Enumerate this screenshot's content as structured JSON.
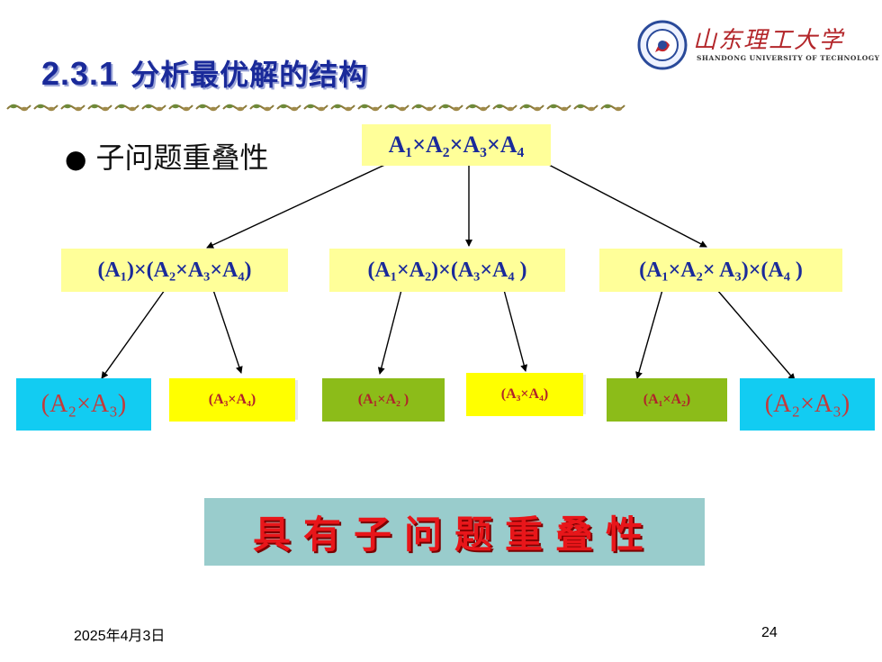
{
  "header": {
    "section_number": "2.3.1",
    "title": "分析最优解的结构"
  },
  "logo": {
    "name_cn": "山东理工大学",
    "name_en": "SHANDONG UNIVERSITY OF TECHNOLOGY"
  },
  "bullet": {
    "label": "子问题重叠性"
  },
  "tree": {
    "root": "A₁×A₂×A₃×A₄",
    "level1": [
      "(A₁)×(A₂×A₃×A₄)",
      "(A₁×A₂)×(A₃×A₄ )",
      "(A₁×A₂× A₃)×(A₄ )"
    ],
    "level2": [
      "(A₂×A₃)",
      "(A₃×A₄)",
      "(A₁×A₂ )",
      "(A₃×A₄)",
      "(A₁×A₂)",
      "(A₂×A₃)"
    ]
  },
  "banner": {
    "text": "具有子问题重叠性"
  },
  "footer": {
    "date": "2025年4月3日",
    "page": "24"
  },
  "colors": {
    "title": "#1a2a9a",
    "node_fill": "#ffff99",
    "leaf_cyan": "#12ccf2",
    "leaf_yellow": "#ffff00",
    "leaf_green": "#8cbc19",
    "banner_fill": "#99cccc",
    "banner_text": "#e8161a"
  }
}
